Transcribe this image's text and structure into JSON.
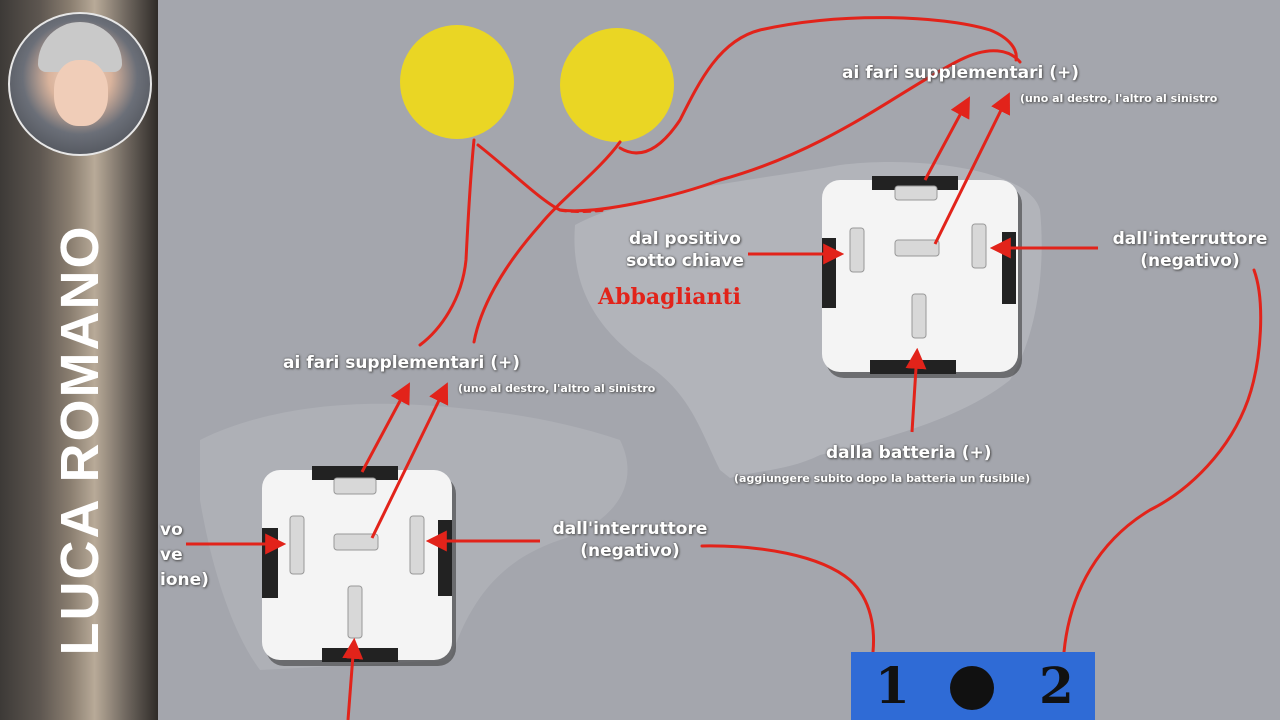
{
  "labels": {
    "top_right_out": "ai fari supplementari (+)",
    "top_right_out_note": "(uno al destro, l'altro al sinistro",
    "dal_positivo_1": "dal positivo",
    "dal_positivo_2": "sotto chiave",
    "abbaglianti": "Abbaglianti",
    "right_interr_1": "dall'interruttore",
    "right_interr_2": "(negativo)",
    "battery": "dalla batteria (+)",
    "battery_note": "(aggiungere subito dopo la batteria un fusibile)",
    "left_out": "ai fari supplementari (+)",
    "left_out_note": "(uno al destro, l'altro al sinistro",
    "left_interr_1": "dall'interruttore",
    "left_interr_2": "(negativo)",
    "cut_1": "vo",
    "cut_2": "ve",
    "cut_3": "ione)"
  },
  "sidebar": {
    "name": "LUCA ROMANO"
  },
  "switch": {
    "left": "1",
    "right": "2"
  },
  "colors": {
    "background": "#a4a6ad",
    "wire": "#e2231a",
    "lamp": "#ead624",
    "switch": "#2f6bd6",
    "relay": "#f4f4f4"
  }
}
